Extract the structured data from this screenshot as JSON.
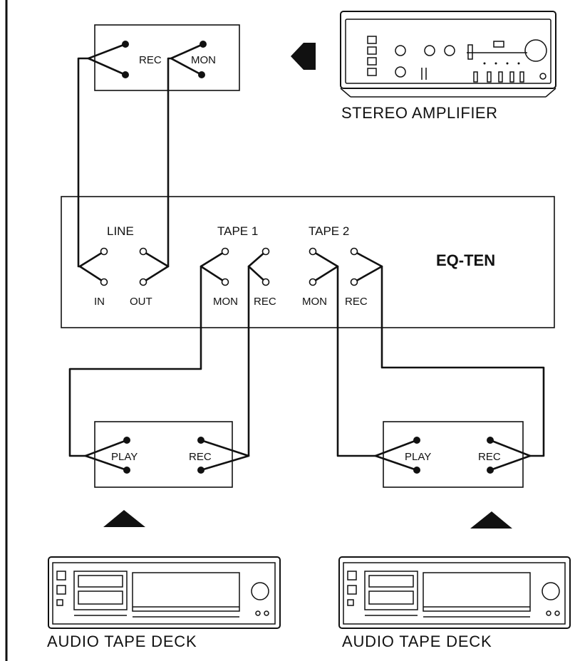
{
  "amplifier_panel": {
    "rec_label": "REC",
    "mon_label": "MON"
  },
  "amplifier": {
    "caption": "STEREO AMPLIFIER"
  },
  "eq_unit": {
    "title": "EQ-TEN",
    "line_label": "LINE",
    "tape1_label": "TAPE 1",
    "tape2_label": "TAPE 2",
    "in_label": "IN",
    "out_label": "OUT",
    "mon1_label": "MON",
    "rec1_label": "REC",
    "mon2_label": "MON",
    "rec2_label": "REC"
  },
  "deck_left_panel": {
    "play_label": "PLAY",
    "rec_label": "REC"
  },
  "deck_right_panel": {
    "play_label": "PLAY",
    "rec_label": "REC"
  },
  "deck_left": {
    "caption": "AUDIO TAPE DECK"
  },
  "deck_right": {
    "caption": "AUDIO TAPE DECK"
  },
  "icons": [
    "arrow-left-icon",
    "arrow-up-icon",
    "stereo-amplifier-icon",
    "tape-deck-icon"
  ]
}
